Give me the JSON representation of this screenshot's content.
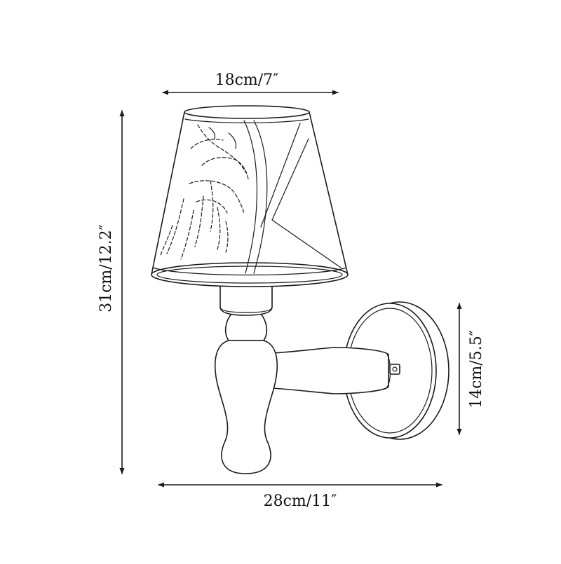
{
  "dimensions": {
    "width": "18cm/7″",
    "height": "31cm/12.2″",
    "depth": "28cm/11″",
    "base_height": "14cm/5.5″"
  }
}
